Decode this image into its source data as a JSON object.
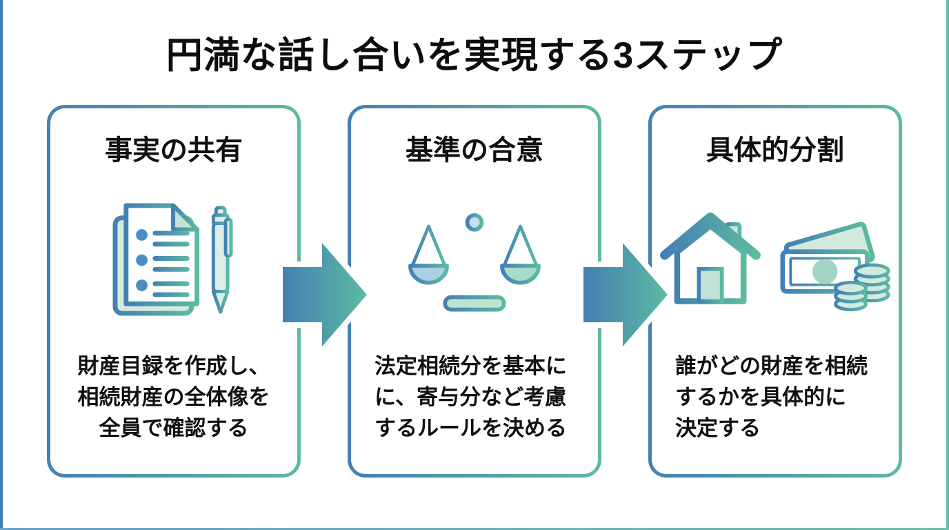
{
  "title": "円満な話し合いを実現する3ステップ",
  "steps": [
    {
      "heading": "事実の共有",
      "description": "財産目録を作成し、\n相続財産の全体像を\n全員で確認する",
      "icons": [
        "document-checklist-icon"
      ]
    },
    {
      "heading": "基準の合意",
      "description": "法定相続分を基本に\nに、寄与分など考慮\nするルールを決める",
      "icons": [
        "balance-scale-icon"
      ]
    },
    {
      "heading": "具体的分割",
      "description": "誰がどの財産を相続\nするかを具体的に\n決定する",
      "icons": [
        "house-icon",
        "money-icon"
      ]
    }
  ],
  "colors": {
    "gradient_blue": "#4480b4",
    "gradient_teal": "#5cbaa1",
    "bullet_blue": "#4a8fc2",
    "text": "#101010",
    "background": "#ffffff"
  }
}
